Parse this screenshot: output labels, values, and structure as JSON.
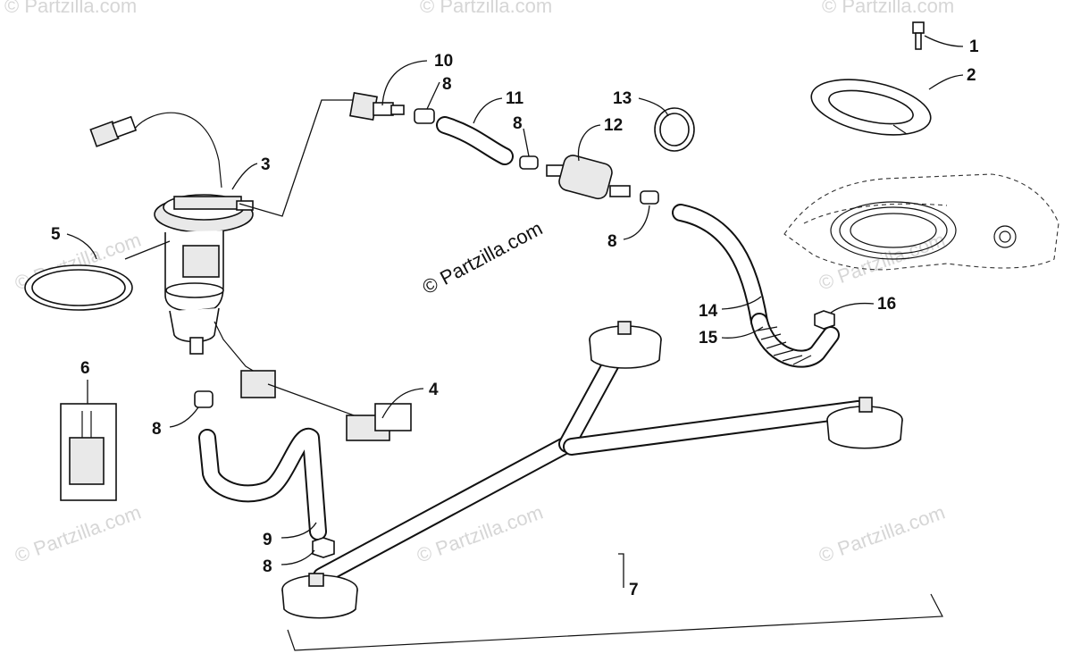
{
  "watermark": {
    "main": "© Partzilla.com",
    "repeat": "© Partzilla.com"
  },
  "callouts": [
    {
      "id": "1",
      "label": "1"
    },
    {
      "id": "2",
      "label": "2"
    },
    {
      "id": "3",
      "label": "3"
    },
    {
      "id": "4",
      "label": "4"
    },
    {
      "id": "5",
      "label": "5"
    },
    {
      "id": "6",
      "label": "6"
    },
    {
      "id": "7",
      "label": "7"
    },
    {
      "id": "8a",
      "label": "8"
    },
    {
      "id": "8b",
      "label": "8"
    },
    {
      "id": "8c",
      "label": "8"
    },
    {
      "id": "8d",
      "label": "8"
    },
    {
      "id": "8e",
      "label": "8"
    },
    {
      "id": "9",
      "label": "9"
    },
    {
      "id": "10",
      "label": "10"
    },
    {
      "id": "11",
      "label": "11"
    },
    {
      "id": "12",
      "label": "12"
    },
    {
      "id": "13",
      "label": "13"
    },
    {
      "id": "14",
      "label": "14"
    },
    {
      "id": "15",
      "label": "15"
    },
    {
      "id": "16",
      "label": "16"
    }
  ]
}
